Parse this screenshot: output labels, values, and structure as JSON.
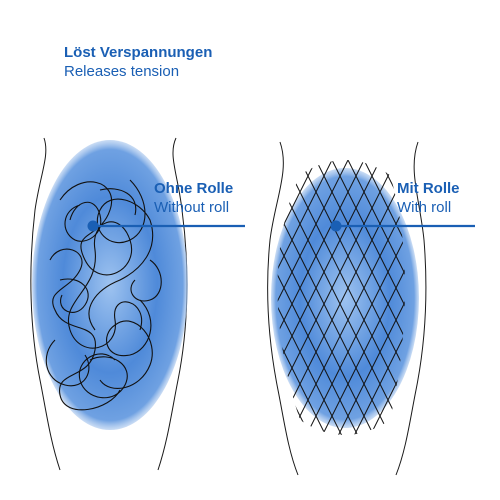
{
  "heading": {
    "title": "Löst Verspannungen",
    "subtitle": "Releases tension"
  },
  "left_panel": {
    "title": "Ohne Rolle",
    "subtitle": "Without roll",
    "pattern": "tangled-fibers"
  },
  "right_panel": {
    "title": "Mit Rolle",
    "subtitle": "With roll",
    "pattern": "orderly-mesh"
  },
  "colors": {
    "accent": "#1a5fb4",
    "muscle_fill": "#3d7fd6",
    "outline": "#1a1a1a"
  }
}
